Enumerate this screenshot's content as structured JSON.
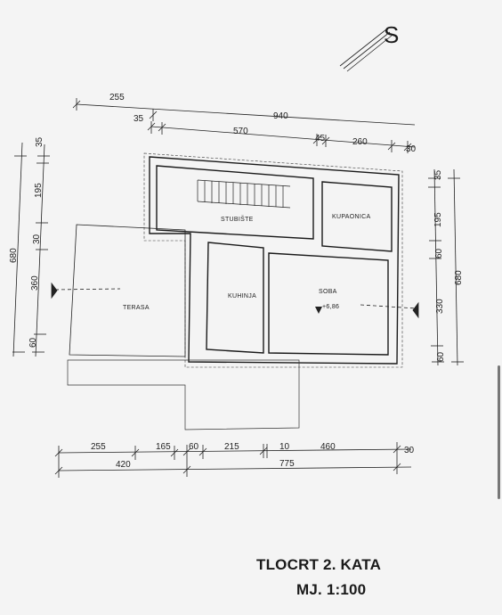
{
  "north": {
    "label": "S"
  },
  "dims_top": {
    "row1": [
      "255",
      "940"
    ],
    "row2": [
      "35",
      "570",
      "45",
      "260",
      "30"
    ]
  },
  "dims_left": [
    "35",
    "195",
    "30",
    "360",
    "60",
    "680"
  ],
  "dims_right": [
    "35",
    "195",
    "60",
    "330",
    "60",
    "680"
  ],
  "dims_bottom": {
    "row1": [
      "255",
      "165",
      "60",
      "215",
      "10",
      "460",
      "30"
    ],
    "row2": [
      "420",
      "775"
    ]
  },
  "rooms": {
    "stubiste": "STUBIŠTE",
    "kupaonica": "KUPAONICA",
    "kuhinja": "KUHINJA",
    "soba": "SOBA",
    "terasa": "TERASA"
  },
  "level": "+6,86",
  "title": {
    "line1": "TLOCRT 2. KATA",
    "line2": "MJ. 1:100"
  }
}
